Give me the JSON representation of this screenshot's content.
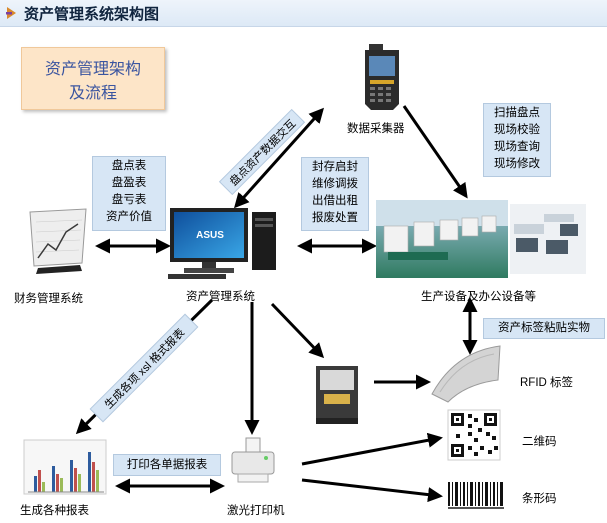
{
  "page": {
    "title": "资产管理系统架构图"
  },
  "intro_box": {
    "line1": "资产管理架构",
    "line2": "及流程"
  },
  "nodes": {
    "data_collector": "数据采集器",
    "finance_system": "财务管理系统",
    "asset_system": "资产管理系统",
    "equipment": "生产设备及办公设备等",
    "reports": "生成各种报表",
    "laser_printer": "激光打印机",
    "rfid_tag": "RFID 标签",
    "qr_code": "二维码",
    "barcode": "条形码"
  },
  "boxes": {
    "finance_items": [
      "盘点表",
      "盘盈表",
      "盘亏表",
      "资产价值"
    ],
    "equipment_ops": [
      "封存启封",
      "维修调拨",
      "出借出租",
      "报废处置"
    ],
    "field_ops": [
      "扫描盘点",
      "现场校验",
      "现场查询",
      "现场修改"
    ],
    "tag_attach": "资产标签粘贴实物",
    "print_docs": "打印各单据报表"
  },
  "rotated_labels": {
    "inventory_exchange": "盘点资产数据交互",
    "generate_xls": "生成各项 xsl 格式报表"
  },
  "colors": {
    "box_fill": "#d7e6f5",
    "box_border": "#b4c9df",
    "intro_fill": "#fde5c8",
    "intro_text": "#3b55a0",
    "arrow": "#000000"
  }
}
